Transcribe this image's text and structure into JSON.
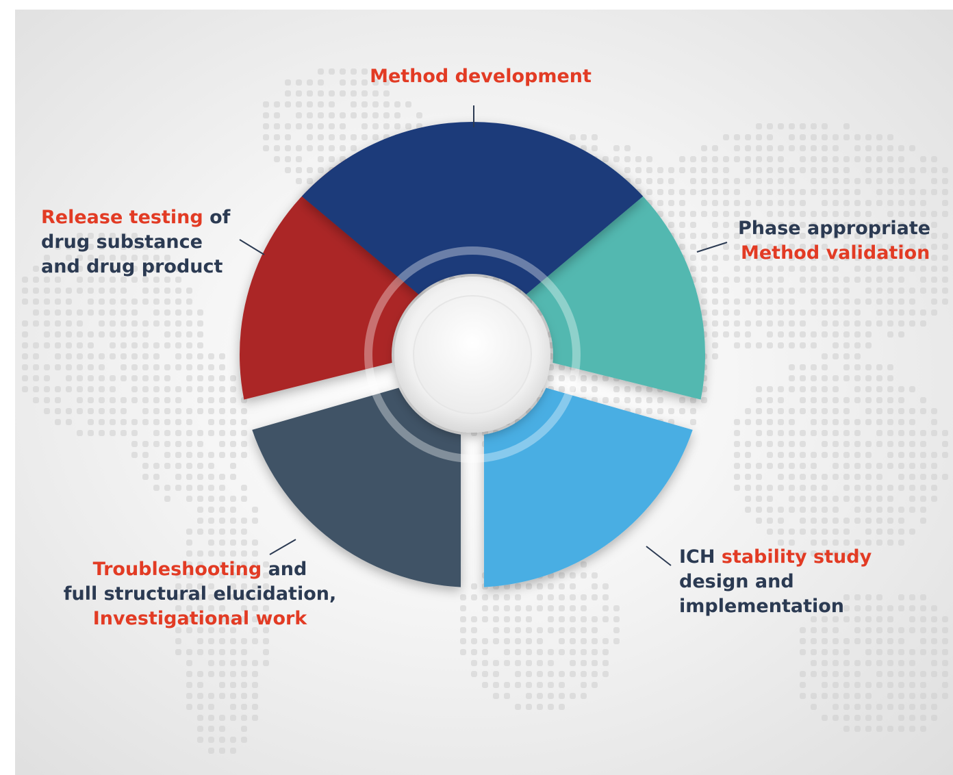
{
  "colors": {
    "accent_red": "#e23b24",
    "text_dark": "#2b3a52",
    "segment_method_development": "#1f3a7a",
    "segment_method_validation": "#52b8b0",
    "segment_stability": "#4aaee3",
    "segment_troubleshooting": "#3f5266",
    "segment_release_testing": "#ab2626",
    "map_dots": "#cdcdcd"
  },
  "segments": [
    {
      "id": "method-development",
      "color": "#1f3a7a"
    },
    {
      "id": "method-validation",
      "color": "#52b8b0"
    },
    {
      "id": "stability-study",
      "color": "#4aaee3"
    },
    {
      "id": "troubleshooting",
      "color": "#3f5266"
    },
    {
      "id": "release-testing",
      "color": "#ab2626"
    }
  ],
  "labels": {
    "method_development": {
      "line1": "Method development"
    },
    "method_validation": {
      "line1": "Phase appropriate",
      "line2": "Method validation"
    },
    "stability": {
      "line1_prefix": "ICH ",
      "line1_highlight": "stability study",
      "line2": "design and",
      "line3": "implementation"
    },
    "troubleshooting": {
      "line1_highlight": "Troubleshooting",
      "line1_suffix": " and",
      "line2": "full structural elucidation,",
      "line3": "Investigational work"
    },
    "release_testing": {
      "line1_highlight": "Release testing",
      "line1_suffix": " of",
      "line2": "drug substance",
      "line3": "and drug product"
    }
  }
}
